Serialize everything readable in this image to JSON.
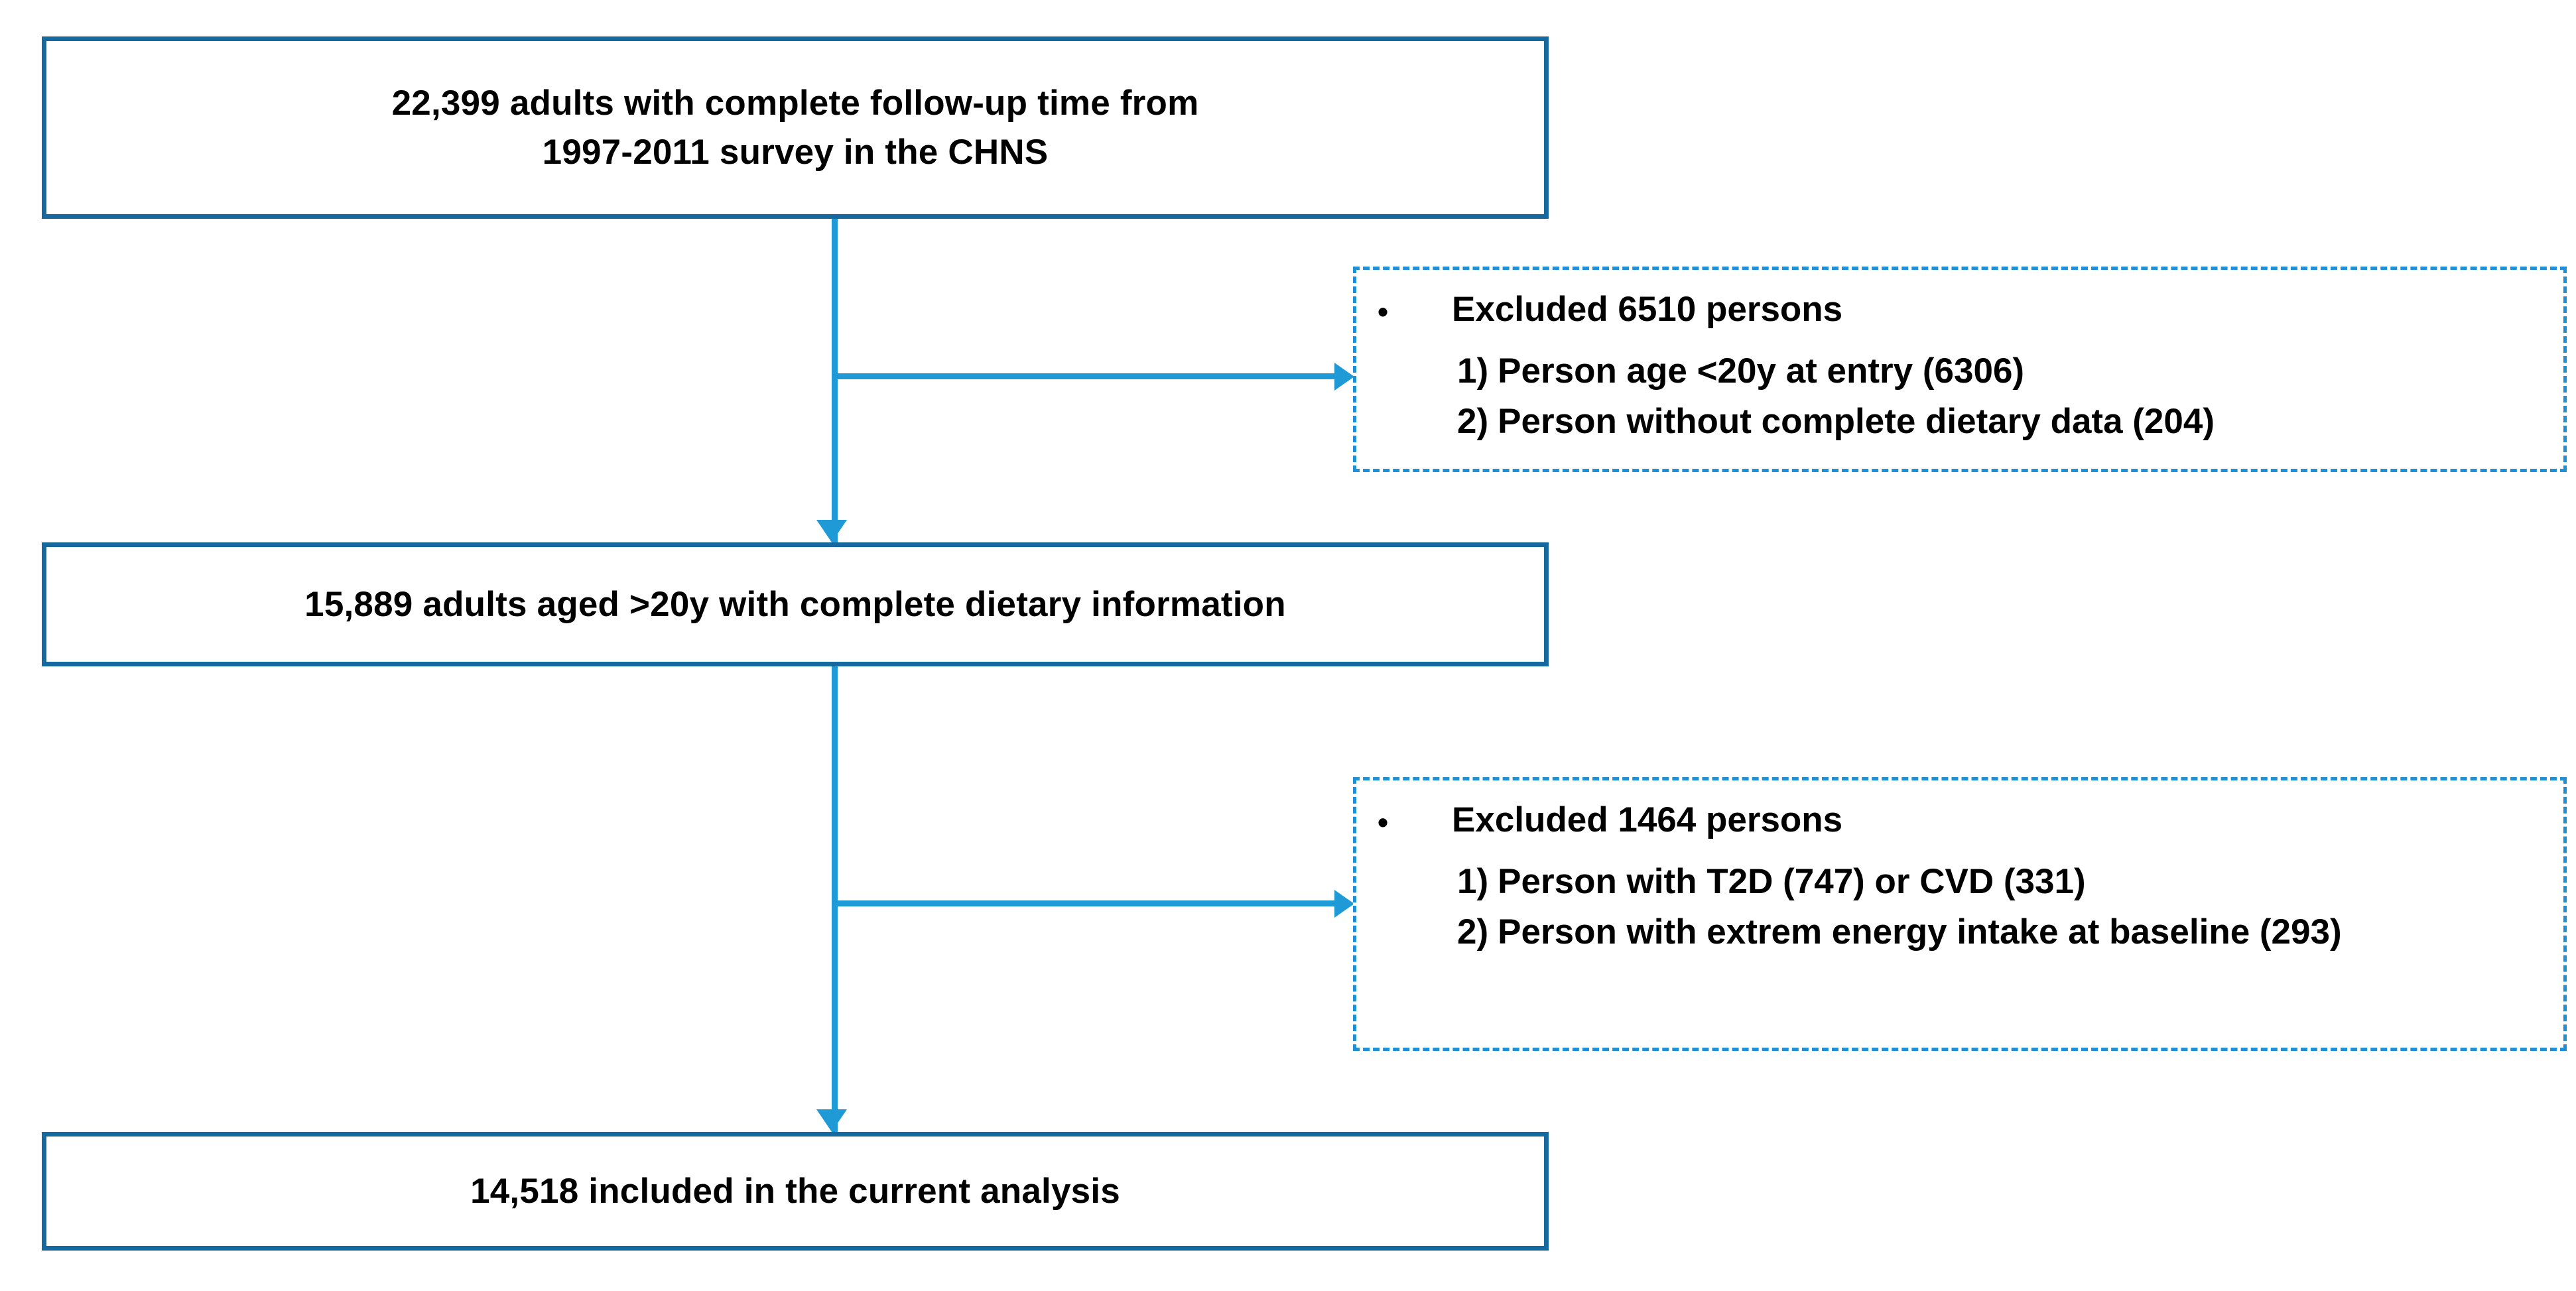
{
  "figure": {
    "type": "flowchart",
    "title": "Study participant selection flow diagram",
    "colors": {
      "box_border": "#16699f",
      "dashed_border": "#1f8fd6",
      "connector": "#1f9ad6",
      "text": "#000000",
      "background": "#ffffff"
    }
  },
  "boxes": {
    "cohort": {
      "text": "22,399 adults with complete follow-up time from\n1997-2011 survey in the CHNS",
      "count": "22,399"
    },
    "eligible": {
      "text": "15,889 adults aged >20y with complete dietary information",
      "count": "15,889"
    },
    "final": {
      "text": "14,518 included in the current analysis",
      "count": "14,518"
    }
  },
  "exclusions": [
    {
      "bullet": "•",
      "heading": "Excluded 6510 persons",
      "count": "6510",
      "items": [
        {
          "num": "1)",
          "text": "Person age <20y at entry (6306)"
        },
        {
          "num": "2)",
          "text": "Person without complete dietary data (204)"
        }
      ]
    },
    {
      "bullet": "•",
      "heading": "Excluded 1464 persons",
      "count": "1464",
      "items": [
        {
          "num": "1)",
          "text": "Person with T2D (747) or CVD (331)"
        },
        {
          "num": "2)",
          "text": "Person with extrem energy intake at baseline (293)"
        }
      ]
    }
  ]
}
